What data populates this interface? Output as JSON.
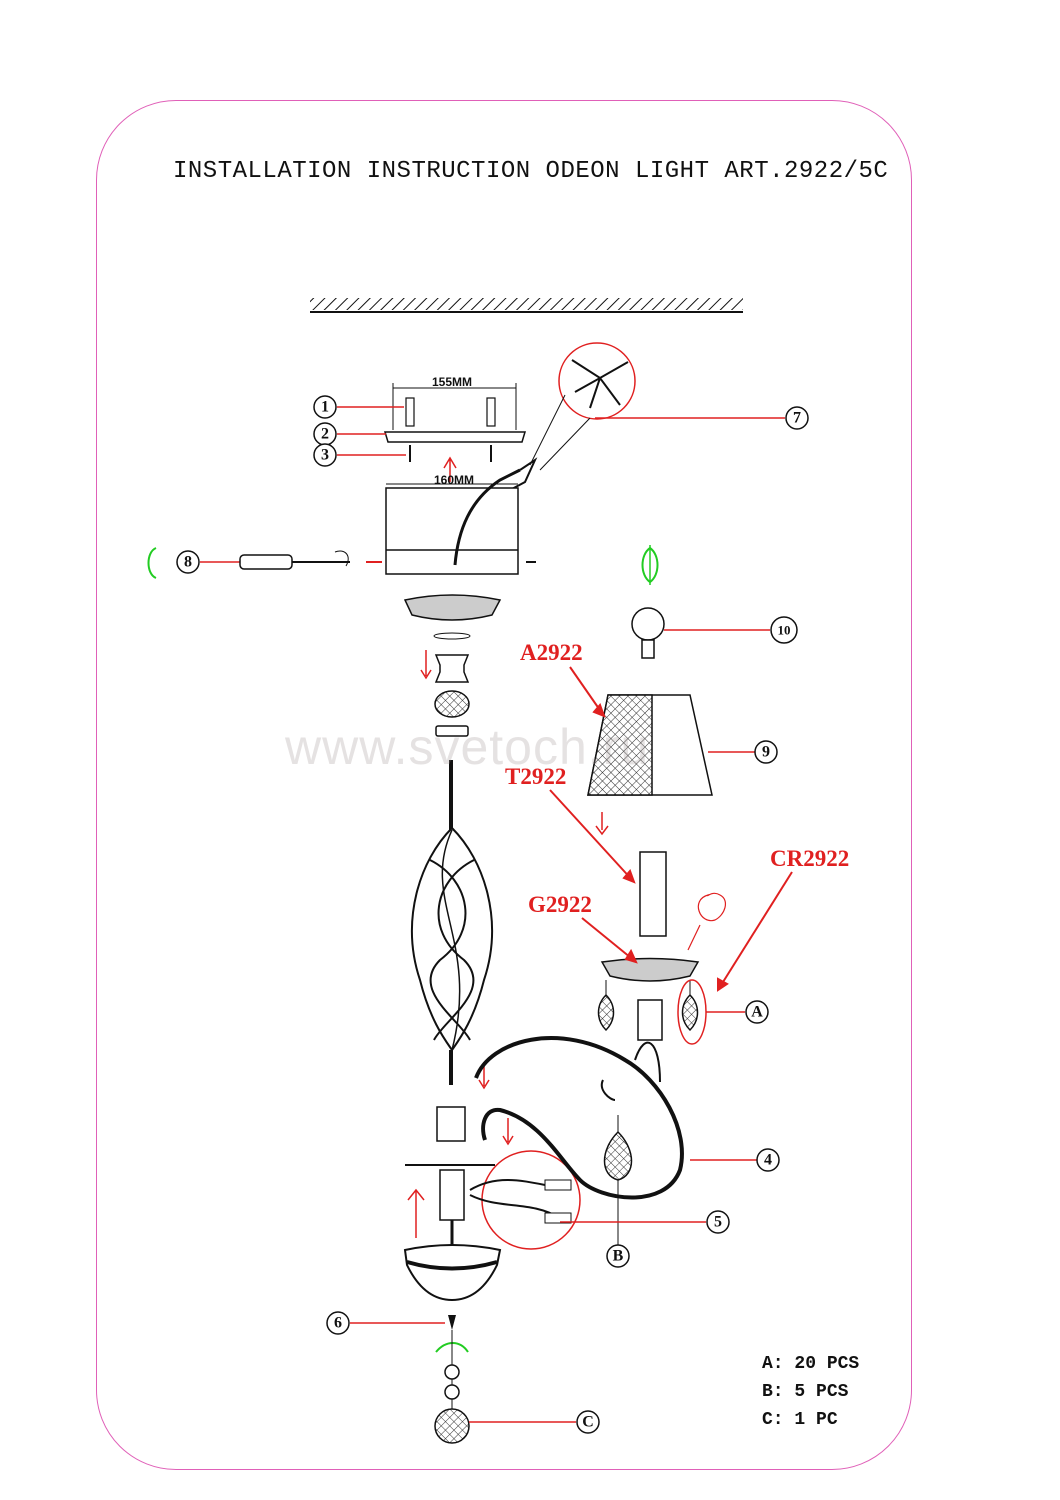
{
  "title": "INSTALLATION INSTRUCTION ODEON LIGHT ART.2922/5C",
  "watermark": "www.svetoch.ru",
  "dimensions": {
    "bracket_width": "155MM",
    "canopy_width": "160MM"
  },
  "part_numbers": {
    "p1": "1",
    "p2": "2",
    "p3": "3",
    "p4": "4",
    "p5": "5",
    "p6": "6",
    "p7": "7",
    "p8": "8",
    "p9": "9",
    "p10": "10"
  },
  "letter_callouts": {
    "A": "A",
    "B": "B",
    "C": "C"
  },
  "red_labels": {
    "a2922": "A2922",
    "t2922": "T2922",
    "g2922": "G2922",
    "cr2922": "CR2922"
  },
  "legend": [
    {
      "key": "A:",
      "value": "20 PCS"
    },
    {
      "key": "B:",
      "value": "5 PCS"
    },
    {
      "key": "C:",
      "value": "1 PC"
    }
  ],
  "colors": {
    "frame": "#e060b8",
    "red": "#e02020",
    "green": "#22cc22",
    "ink": "#111111"
  }
}
